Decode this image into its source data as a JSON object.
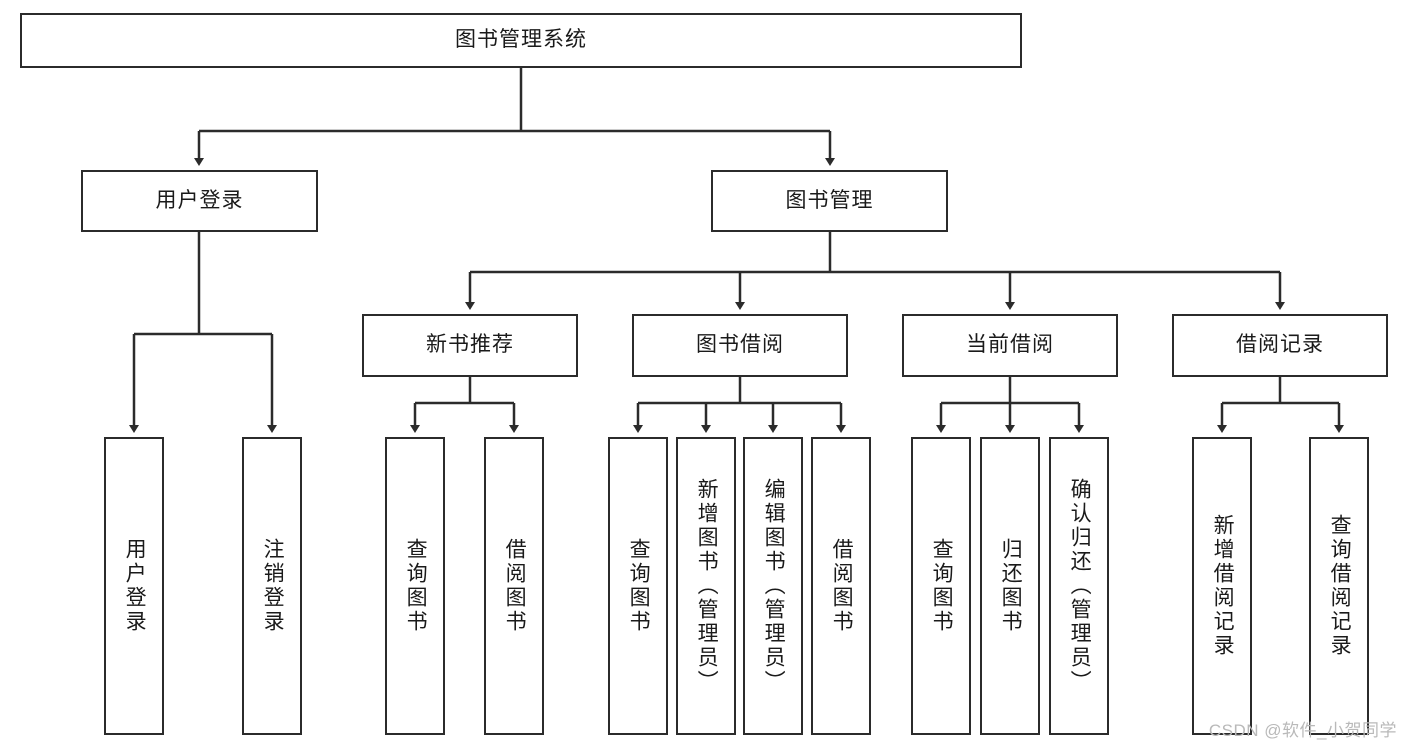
{
  "diagram": {
    "title": "图书管理系统",
    "type": "tree-hierarchy",
    "root": {
      "label": "图书管理系统"
    },
    "level2": [
      {
        "label": "用户登录"
      },
      {
        "label": "图书管理"
      }
    ],
    "level3": [
      {
        "label": "新书推荐"
      },
      {
        "label": "图书借阅"
      },
      {
        "label": "当前借阅"
      },
      {
        "label": "借阅记录"
      }
    ],
    "leaves": {
      "user_login": [
        {
          "label": "用户登录"
        },
        {
          "label": "注销登录"
        }
      ],
      "new_book_recommend": [
        {
          "label": "查询图书"
        },
        {
          "label": "借阅图书"
        }
      ],
      "book_borrow": [
        {
          "label": "查询图书"
        },
        {
          "label": "新增图书（管理员）"
        },
        {
          "label": "编辑图书（管理员）"
        },
        {
          "label": "借阅图书"
        }
      ],
      "current_borrow": [
        {
          "label": "查询图书"
        },
        {
          "label": "归还图书"
        },
        {
          "label": "确认归还（管理员）"
        }
      ],
      "borrow_record": [
        {
          "label": "新增借阅记录"
        },
        {
          "label": "查询借阅记录"
        }
      ]
    }
  },
  "watermark": {
    "text": "CSDN @软件_小贺同学"
  },
  "colors": {
    "stroke": "#2b2b2b",
    "box_fill": "#ffffff",
    "text": "#1a1a1a",
    "watermark": "#b9b9b9",
    "background": "#ffffff"
  }
}
